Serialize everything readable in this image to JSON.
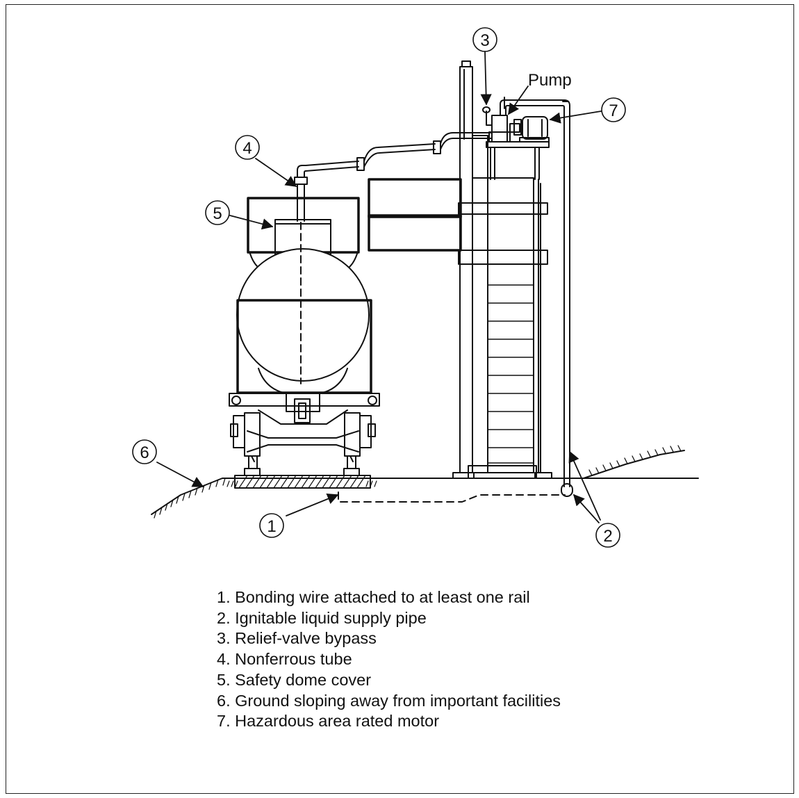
{
  "callouts": {
    "c1": "1",
    "c2": "2",
    "c3": "3",
    "c4": "4",
    "c5": "5",
    "c6": "6",
    "c7": "7",
    "pump": "Pump"
  },
  "legend": [
    "1. Bonding wire attached to at least one rail",
    "2. Ignitable liquid supply pipe",
    "3. Relief-valve bypass",
    "4. Nonferrous tube",
    "5. Safety dome cover",
    "6. Ground sloping away from important facilities",
    "7. Hazardous area rated motor"
  ]
}
